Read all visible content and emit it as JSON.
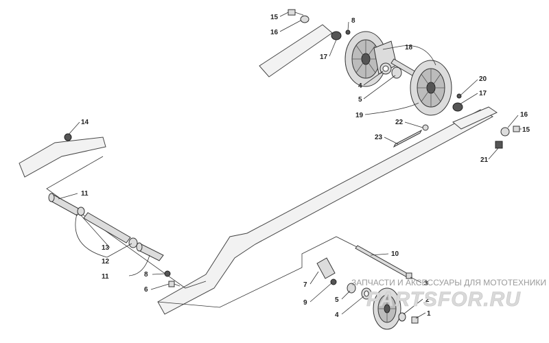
{
  "callouts": {
    "c1": "1",
    "c2": "2",
    "c3": "3",
    "c4a": "4",
    "c4b": "4",
    "c5a": "5",
    "c5b": "5",
    "c6": "6",
    "c7": "7",
    "c8a": "8",
    "c8b": "8",
    "c9": "9",
    "c10": "10",
    "c11a": "11",
    "c11b": "11",
    "c12": "12",
    "c13": "13",
    "c14": "14",
    "c15a": "15",
    "c15b": "15",
    "c16a": "16",
    "c16b": "16",
    "c17a": "17",
    "c17b": "17",
    "c18": "18",
    "c19": "19",
    "c20": "20",
    "c21": "21",
    "c22": "22",
    "c23": "23"
  },
  "watermark": {
    "caption": "ЗАПЧАСТИ И АКСЕССУАРЫ ДЛЯ МОТОТЕХНИКИ",
    "logo": "PARTSFOR.RU"
  }
}
